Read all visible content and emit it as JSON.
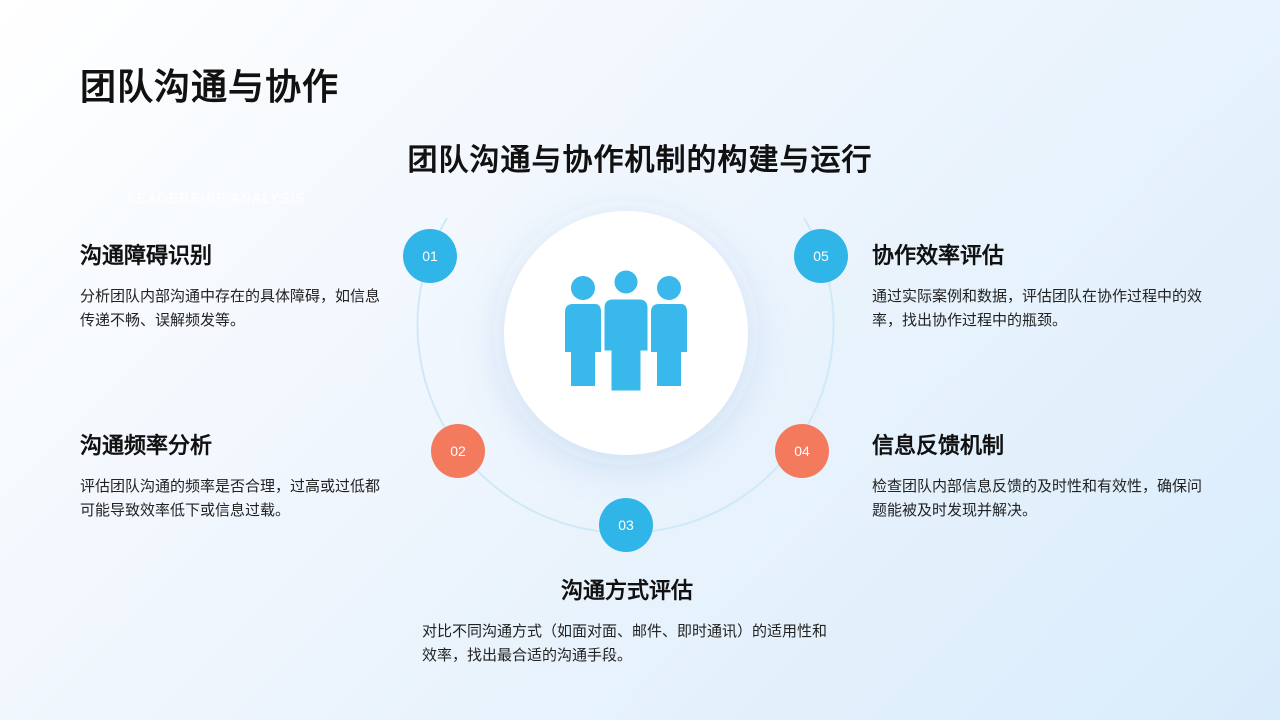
{
  "page": {
    "title": "团队沟通与协作",
    "subtitle": "团队沟通与协作机制的构建与运行",
    "watermark": "LEADERSHIP ANALYSIS"
  },
  "colors": {
    "blue_node": "#2fb5e8",
    "orange_node": "#f47a5e",
    "icon": "#38b8eb",
    "ring": "#cfe9f8"
  },
  "center_icon": "team-people-icon",
  "items": [
    {
      "number": "01",
      "color": "blue",
      "title": "沟通障碍识别",
      "description": "分析团队内部沟通中存在的具体障碍，如信息传递不畅、误解频发等。"
    },
    {
      "number": "02",
      "color": "orange",
      "title": "沟通频率分析",
      "description": "评估团队沟通的频率是否合理，过高或过低都可能导致效率低下或信息过载。"
    },
    {
      "number": "03",
      "color": "blue",
      "title": "沟通方式评估",
      "description": "对比不同沟通方式（如面对面、邮件、即时通讯）的适用性和效率，找出最合适的沟通手段。"
    },
    {
      "number": "04",
      "color": "orange",
      "title": "信息反馈机制",
      "description": "检查团队内部信息反馈的及时性和有效性，确保问题能被及时发现并解决。"
    },
    {
      "number": "05",
      "color": "blue",
      "title": "协作效率评估",
      "description": "通过实际案例和数据，评估团队在协作过程中的效率，找出协作过程中的瓶颈。"
    }
  ]
}
